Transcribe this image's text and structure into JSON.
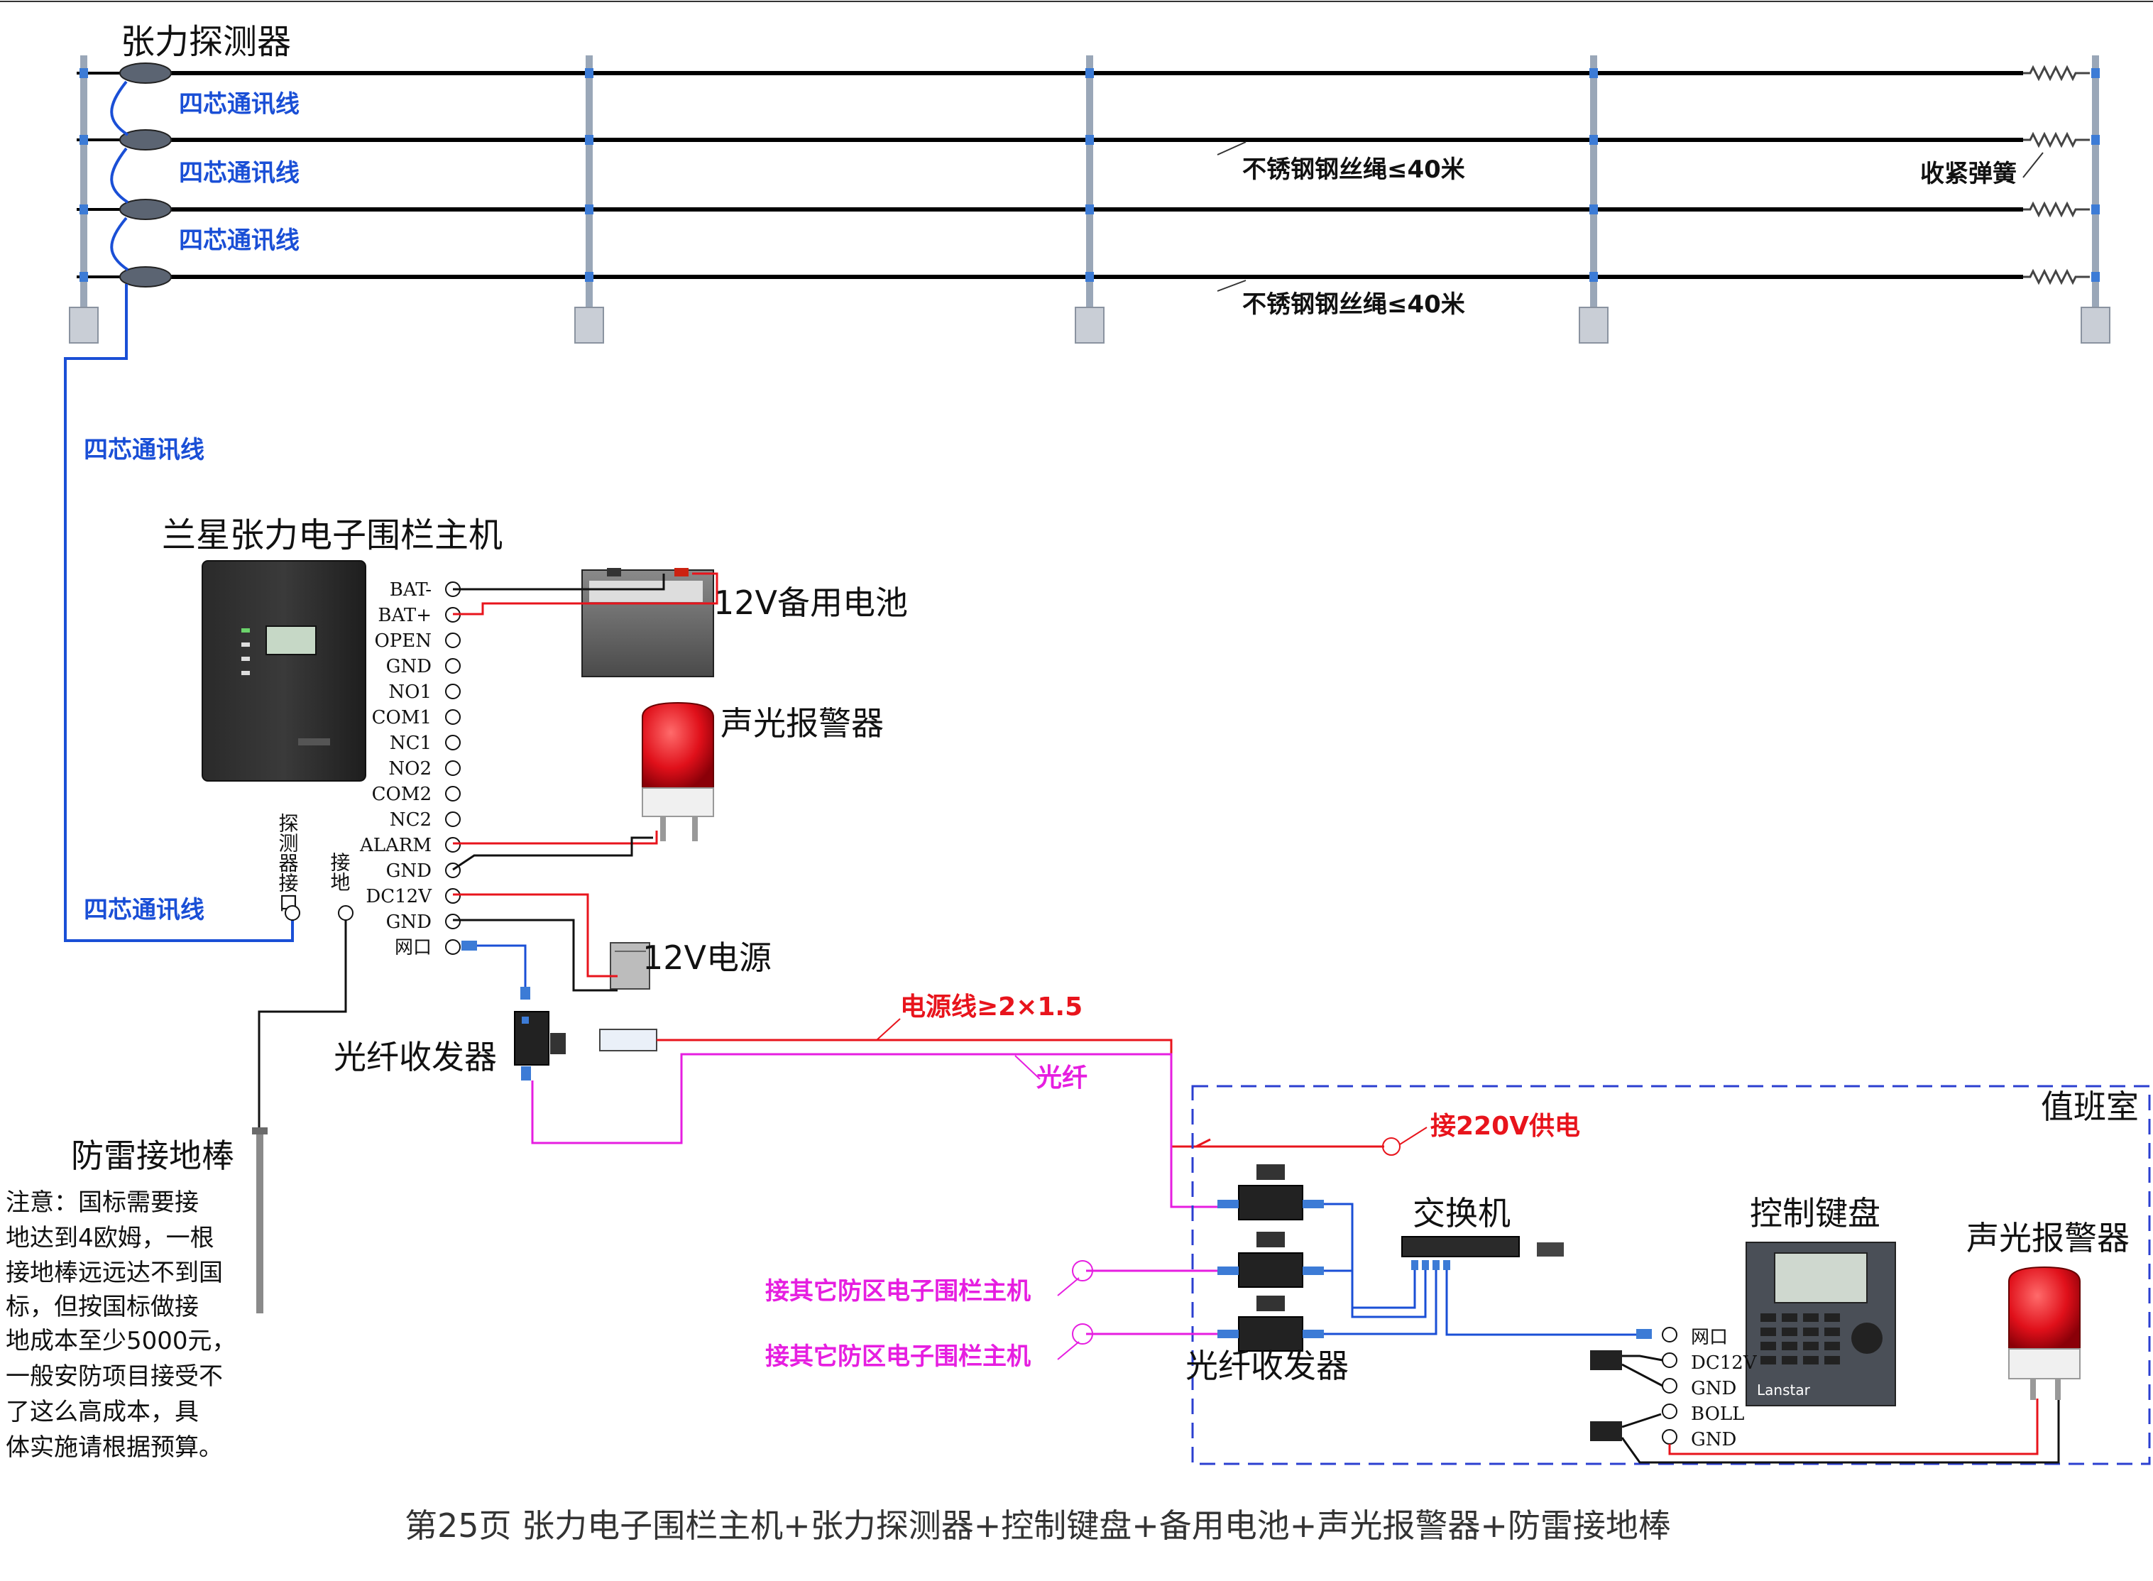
{
  "fence": {
    "detector_label": "张力探测器",
    "comm_line_label": "四芯通讯线",
    "rope_label": "不锈钢钢丝绳≤40米",
    "spring_label": "收紧弹簧"
  },
  "host": {
    "title": "兰星张力电子围栏主机",
    "terminals": [
      "BAT-",
      "BAT+",
      "OPEN",
      "GND",
      "NO1",
      "COM1",
      "NC1",
      "NO2",
      "COM2",
      "NC2",
      "ALARM",
      "GND",
      "DC12V",
      "GND",
      "网口"
    ],
    "detector_port_label": "探测器接口",
    "ground_label": "接地"
  },
  "devices": {
    "battery_label": "12V备用电池",
    "siren_label": "声光报警器",
    "psu_label": "12V电源",
    "fiber_transceiver_label": "光纤收发器",
    "lightning_rod_label": "防雷接地棒"
  },
  "cables": {
    "power_line_label": "电源线≥2×1.5",
    "fiber_label": "光纤",
    "mains_label": "接220V供电",
    "other_zone_label_1": "接其它防区电子围栏主机",
    "other_zone_label_2": "接其它防区电子围栏主机"
  },
  "duty_room": {
    "title": "值班室",
    "switch_label": "交换机",
    "keyboard_label": "控制键盘",
    "keyboard_brand": "Lanstar",
    "siren_label": "声光报警器",
    "fiber_transceiver_label": "光纤收发器",
    "keyboard_terminals": [
      "网口",
      "DC12V",
      "GND",
      "BOLL",
      "GND"
    ]
  },
  "note": {
    "lines": [
      "注意：国标需要接",
      "地达到4欧姆，一根",
      "接地棒远远达不到国",
      "标，但按国标做接",
      "地成本至少5000元，",
      "一般安防项目接受不",
      "了这么高成本，具",
      "体实施请根据预算。"
    ]
  },
  "footer": {
    "caption": "第25页  张力电子围栏主机+张力探测器+控制键盘+备用电池+声光报警器+防雷接地棒"
  },
  "colors": {
    "comm_line": "#1a4fd6",
    "power_red": "#e8141c",
    "fiber_magenta": "#e61ee0",
    "duty_box": "#2b3fd0",
    "rope": "#000000"
  }
}
